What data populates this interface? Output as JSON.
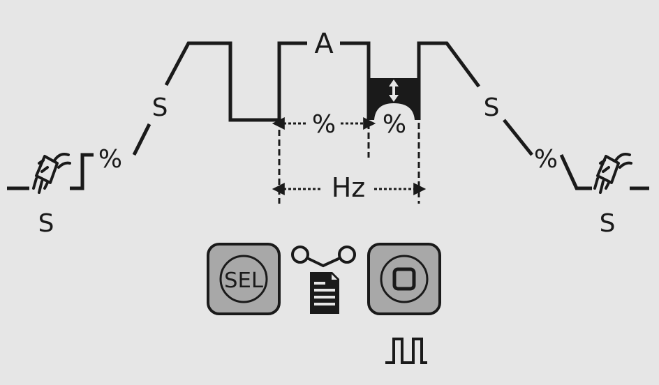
{
  "colors": {
    "background": "#e6e6e6",
    "line": "#1a1a1a",
    "button_face": "#a8a8a8",
    "button_border": "#1a1a1a",
    "pulse_fill": "#1a1a1a"
  },
  "waveform": {
    "current_label": "A",
    "upslope_label": "S",
    "downslope_label": "S",
    "start_current_label": "%",
    "end_current_label": "%",
    "pulse_width_label": "%",
    "background_current_label": "%",
    "frequency_label": "Hz",
    "pre_gas_label": "S",
    "post_gas_label": "S"
  },
  "controls": {
    "sel_button_label": "SEL",
    "sel_button_icon": "sel-circle-icon",
    "program_icon": "program-document-icon",
    "stop_button_icon": "square-stop-icon",
    "pulse_icon": "pulse-wave-icon"
  }
}
